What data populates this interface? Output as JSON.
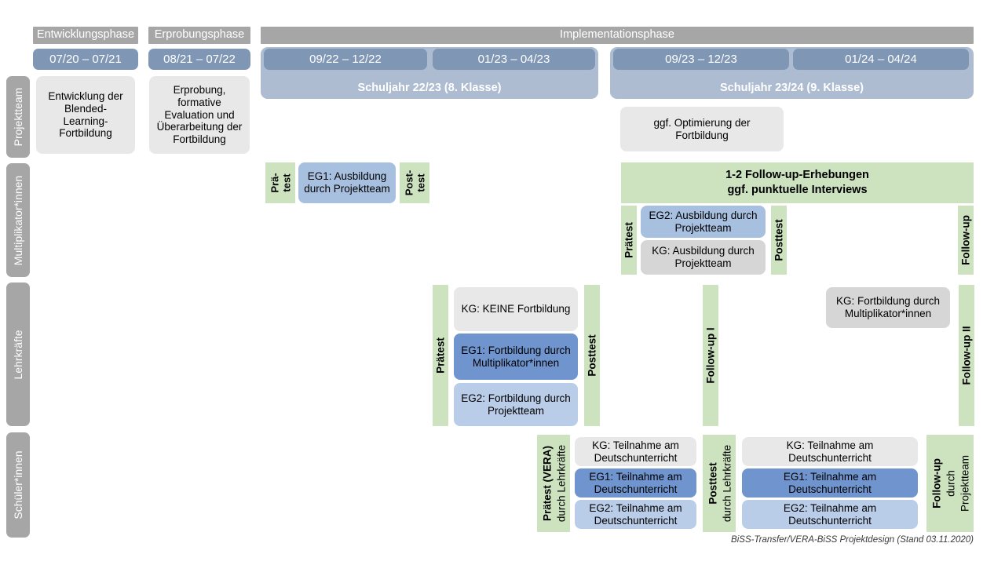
{
  "diagram": {
    "footer": "BiSS-Transfer/VERA-BiSS Projektdesign (Stand 03.11.2020)",
    "colors": {
      "phase_header": "#a6a6a6",
      "period_pill": "#7f96b5",
      "school_year": "#aebcd2",
      "actor_bar": "#a6a6a6",
      "green": "#cde3c0",
      "gray_box": "#e8e8e8",
      "gray_box_dark": "#d6d6d6",
      "blue_dark": "#6f94ce",
      "blue_mid": "#a8c0e0",
      "blue_light": "#b9cce8"
    }
  },
  "phases": [
    {
      "label": "Entwicklungsphase"
    },
    {
      "label": "Erprobungsphase"
    },
    {
      "label": "Implementationsphase"
    }
  ],
  "periods": [
    {
      "label": "07/20 – 07/21"
    },
    {
      "label": "08/21 – 07/22"
    },
    {
      "label": "09/22 – 12/22"
    },
    {
      "label": "01/23 – 04/23"
    },
    {
      "label": "09/23 – 12/23"
    },
    {
      "label": "01/24 – 04/24"
    }
  ],
  "school_years": [
    {
      "label": "Schuljahr 22/23 (8. Klasse)"
    },
    {
      "label": "Schuljahr 23/24 (9. Klasse)"
    }
  ],
  "actors": [
    {
      "label": "Projektteam"
    },
    {
      "label": "Multiplikator*innen"
    },
    {
      "label": "Lehrkräfte"
    },
    {
      "label": "Schüler*innen"
    }
  ],
  "projektteam": {
    "entwicklung": "Entwicklung der Blended-Learning-Fortbildung",
    "erprobung": "Erprobung, formative Evaluation und Überarbeitung der Fortbildung",
    "optimierung": "ggf. Optimierung der Fortbildung"
  },
  "multiplikatoren": {
    "praetest_line1": "Prä-",
    "praetest_line2": "test",
    "posttest_line1": "Post-",
    "posttest_line2": "test",
    "eg1": "EG1: Ausbildung durch Projektteam",
    "banner_line1": "1-2 Follow-up-Erhebungen",
    "banner_line2": "ggf. punktuelle Interviews",
    "praetest2": "Prätest",
    "posttest2": "Posttest",
    "eg2": "EG2: Ausbildung durch Projektteam",
    "kg": "KG: Ausbildung durch Projektteam",
    "followup": "Follow-up"
  },
  "lehrkraefte": {
    "praetest": "Prätest",
    "posttest": "Posttest",
    "kg_keine": "KG:  KEINE Fortbildung",
    "eg1": "EG1: Fortbildung durch Multiplikator*innen",
    "eg2": "EG2: Fortbildung durch Projektteam",
    "followup1": "Follow-up I",
    "kg_fortbildung": "KG: Fortbildung durch Multiplikator*innen",
    "followup2": "Follow-up II"
  },
  "schueler": {
    "praetest_bold": "Prätest (VERA)",
    "praetest_reg": "durch Lehrkräfte",
    "posttest_bold": "Posttest",
    "posttest_reg": "durch Lehrkräfte",
    "followup_bold": "Follow-up",
    "followup_reg1": "durch",
    "followup_reg2": "Projektteam",
    "block1": [
      {
        "label": "KG: Teilnahme am Deutschunterricht"
      },
      {
        "label": "EG1: Teilnahme am Deutschunterricht"
      },
      {
        "label": "EG2: Teilnahme am Deutschunterricht"
      }
    ],
    "block2": [
      {
        "label": "KG: Teilnahme am Deutschunterricht"
      },
      {
        "label": "EG1: Teilnahme am Deutschunterricht"
      },
      {
        "label": "EG2: Teilnahme am Deutschunterricht"
      }
    ]
  }
}
